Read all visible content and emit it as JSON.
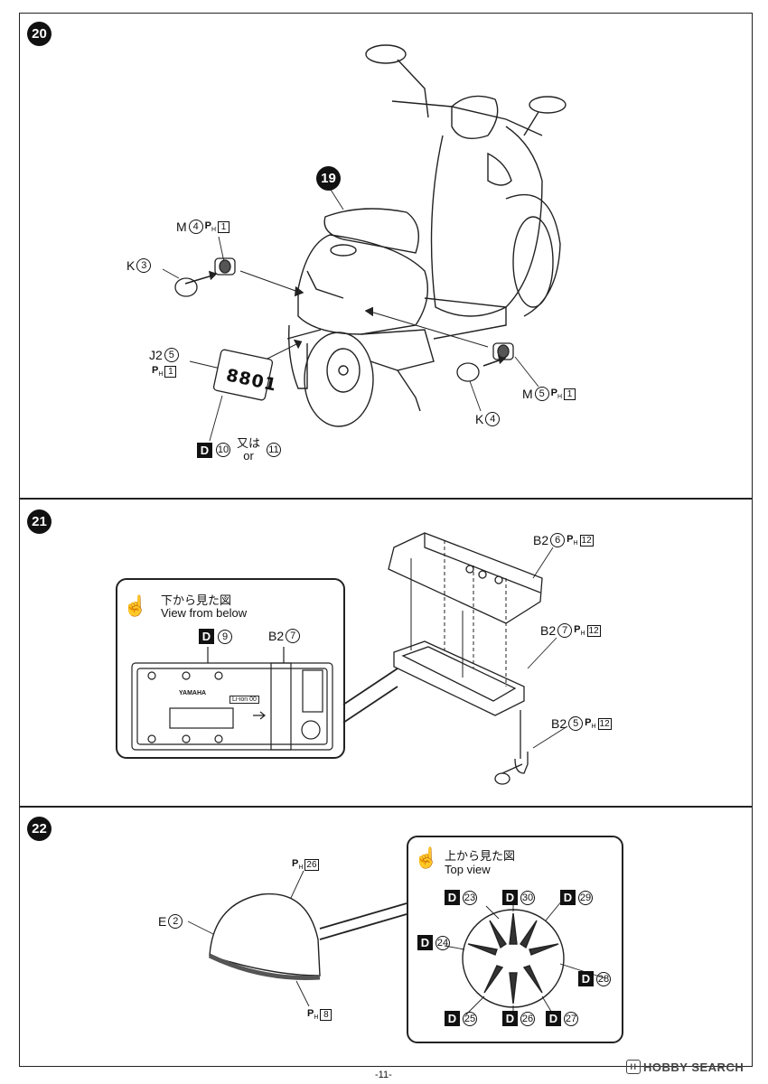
{
  "steps": {
    "s20": "20",
    "s21": "21",
    "s22": "22",
    "s19": "19"
  },
  "ph": {
    "p": "P",
    "sub": "H"
  },
  "d_letter": "D",
  "panel20": {
    "m4": {
      "letter": "M",
      "num": "4",
      "box": "1"
    },
    "k3": {
      "letter": "K",
      "num": "3"
    },
    "j25": {
      "letter": "J2",
      "num": "5",
      "box": "1"
    },
    "m5": {
      "letter": "M",
      "num": "5",
      "box": "1"
    },
    "k4": {
      "letter": "K",
      "num": "4"
    },
    "plate_text": "8801",
    "d10": "10",
    "d11": "11",
    "alt_ja": "又は",
    "alt_en": "or"
  },
  "panel21": {
    "callout_ja": "下から見た図",
    "callout_en": "View from below",
    "d9": "9",
    "b27_callout": {
      "letter": "B2",
      "num": "7"
    },
    "b26": {
      "letter": "B2",
      "num": "6",
      "box": "12"
    },
    "b27": {
      "letter": "B2",
      "num": "7",
      "box": "12"
    },
    "b25": {
      "letter": "B2",
      "num": "5",
      "box": "12"
    },
    "battery_brand": "YAMAHA",
    "battery_type": "Li-ion 00"
  },
  "panel22": {
    "e2": {
      "letter": "E",
      "num": "2"
    },
    "ph26": "26",
    "ph8": "8",
    "callout_ja": "上から見た図",
    "callout_en": "Top view",
    "decals": [
      "23",
      "30",
      "29",
      "24",
      "28",
      "25",
      "26",
      "27"
    ]
  },
  "page_number": "-11-",
  "watermark": "HOBBY SEARCH",
  "watermark_logo": "H"
}
